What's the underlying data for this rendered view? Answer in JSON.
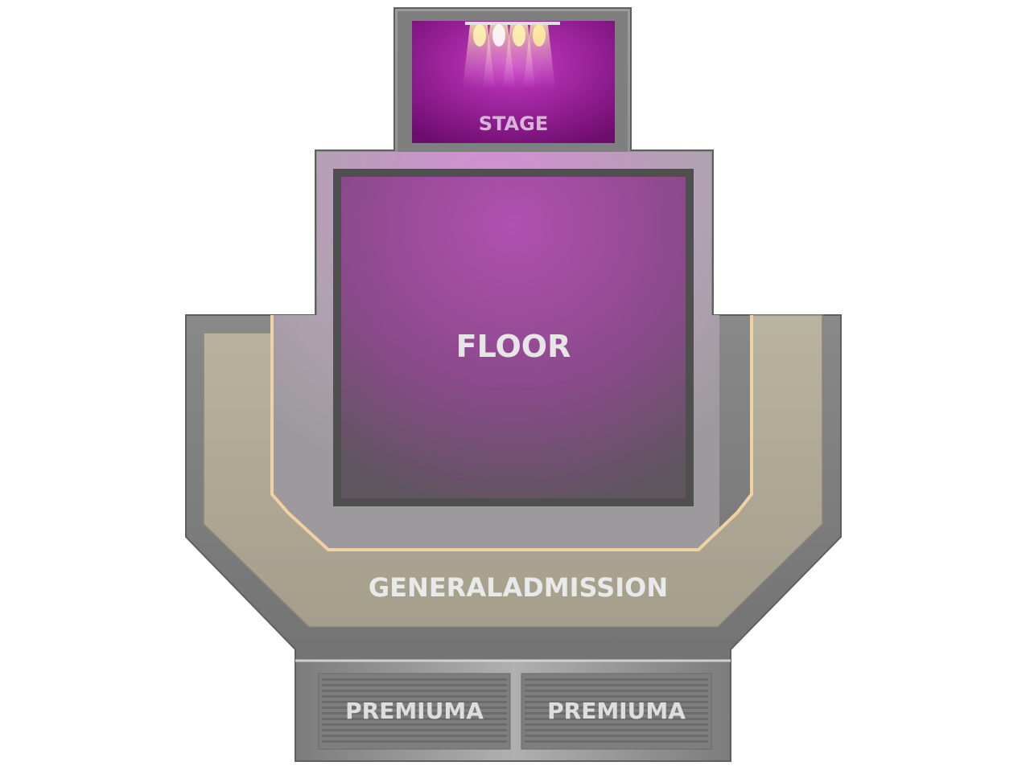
{
  "venue_map": {
    "sections": {
      "stage": {
        "label": "STAGE"
      },
      "floor": {
        "label": "FLOOR"
      },
      "general_admission": {
        "label": "GENERALADMISSION"
      },
      "premium_left": {
        "label": "PREMIUMA"
      },
      "premium_right": {
        "label": "PREMIUMA"
      }
    },
    "colors": {
      "stage": "#8e1a8e",
      "floor": "#a04aa0",
      "general_admission": "#b5ae9a",
      "concrete": "#8f8f8f",
      "premium": "#9a9a9a"
    }
  }
}
